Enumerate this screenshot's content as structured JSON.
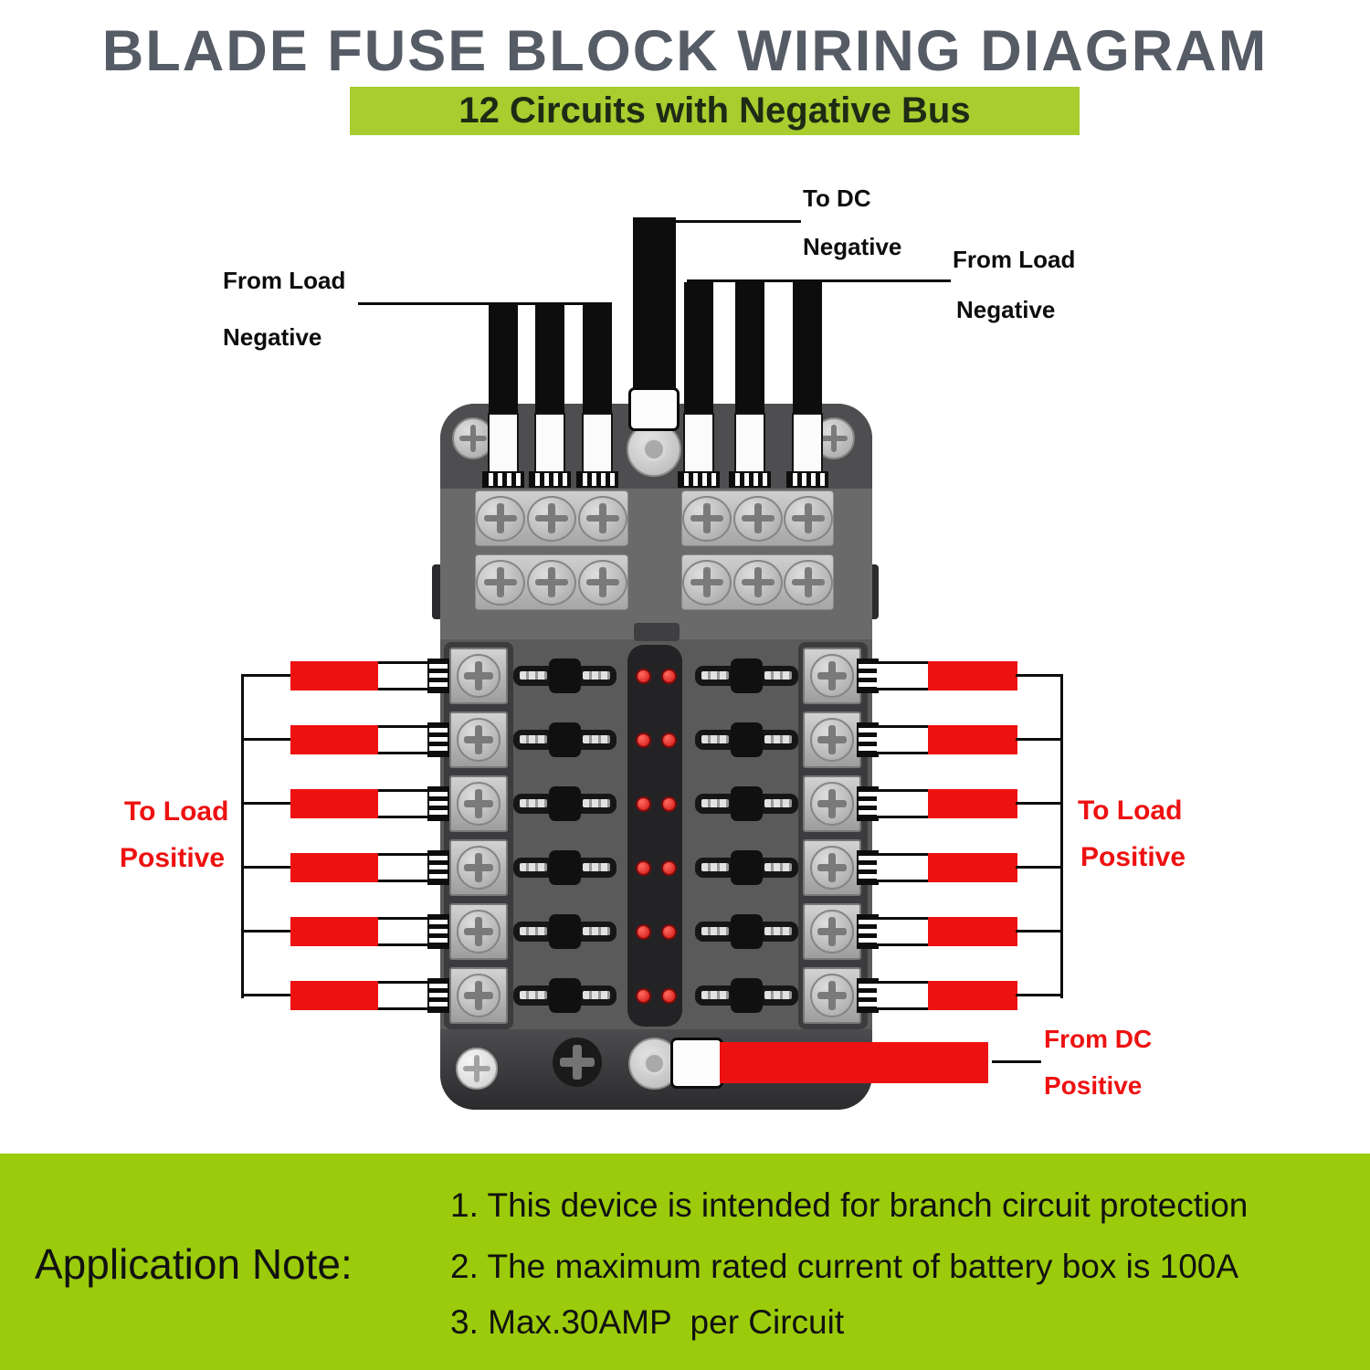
{
  "title": "BLADE FUSE BLOCK WIRING DIAGRAM",
  "banner": {
    "text": "12 Circuits with Negative Bus",
    "bg": "#a7cd2f"
  },
  "annotations": {
    "from_load_left": {
      "line1": "From Load",
      "line2": "Negative"
    },
    "to_dc": {
      "line1": "To DC",
      "line2": "Negative"
    },
    "from_load_right": {
      "line1": "From Load",
      "line2": "Negative"
    },
    "to_load_left": {
      "line1": "To Load",
      "line2": "Positive"
    },
    "to_load_right": {
      "line1": "To Load",
      "line2": "Positive"
    },
    "from_dc": {
      "line1": "From DC",
      "line2": "Positive"
    }
  },
  "device": {
    "circuits": 12,
    "fuse_rows": 6,
    "fuses_per_row": 2,
    "leds_per_row": 2,
    "negative_bus_screws_per_side": 6,
    "load_wires_per_side": 6,
    "negative_wires_per_side": 3
  },
  "colors": {
    "title_gray": "#565c66",
    "banner_green": "#a7cd2f",
    "panel_green": "#9bcb0b",
    "wire_red": "#ee1111",
    "wire_black": "#0d0d0d",
    "label_red": "#ee1111",
    "label_black": "#0d0d0d",
    "led_red": "#e31b1b",
    "device_body_gray": "#5a5a5a"
  },
  "application_note": {
    "heading": "Application Note:",
    "items": [
      "1. This device is intended for branch circuit protection",
      "2. The maximum rated current of battery box is 100A",
      "3. Max.30AMP  per Circuit"
    ]
  }
}
